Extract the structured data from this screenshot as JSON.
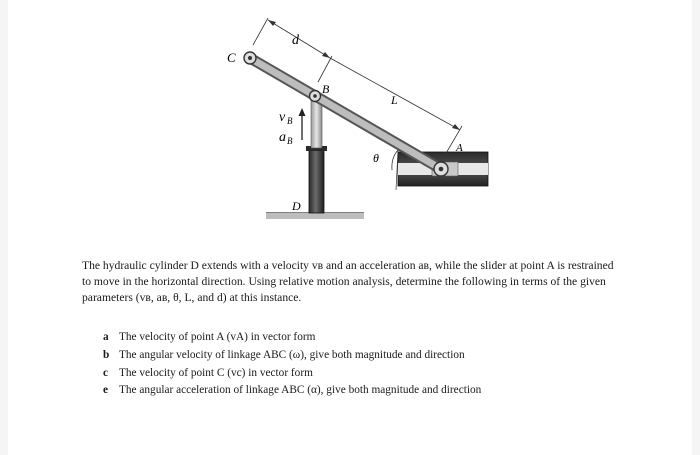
{
  "figure": {
    "labels": {
      "d": "d",
      "C": "C",
      "B": "B",
      "L": "L",
      "vB": "v",
      "vB_sub": "B",
      "aB": "a",
      "aB_sub": "B",
      "theta": "θ",
      "A": "A",
      "D": "D"
    }
  },
  "problem": {
    "paragraph": "The hydraulic cylinder D extends with a velocity vʙ and an acceleration aʙ, while the slider at point A is restrained to move in the horizontal direction. Using relative motion analysis, determine the following in terms of the given parameters (vʙ, aʙ, θ, L, and d) at this instance.",
    "items": [
      {
        "label": "a",
        "text": "The velocity of point A (vA) in vector form"
      },
      {
        "label": "b",
        "text": "The angular velocity of linkage ABC (ω), give both magnitude and direction"
      },
      {
        "label": "c",
        "text": "The velocity of point C (vc) in vector form"
      },
      {
        "label": "e",
        "text": "The angular acceleration of linkage ABC (α), give both magnitude and direction"
      }
    ]
  }
}
